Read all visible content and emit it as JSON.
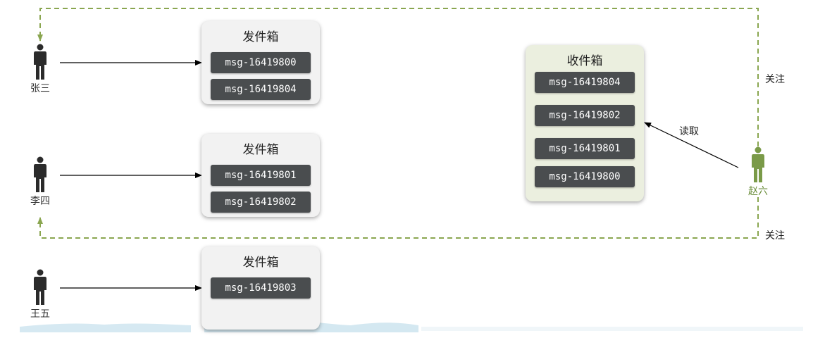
{
  "people": {
    "zhangsan": "张三",
    "lisi": "李四",
    "wangwu": "王五",
    "zhaoliu": "赵六"
  },
  "outboxes": [
    {
      "title": "发件箱",
      "messages": [
        "msg-16419800",
        "msg-16419804"
      ]
    },
    {
      "title": "发件箱",
      "messages": [
        "msg-16419801",
        "msg-16419802"
      ]
    },
    {
      "title": "发件箱",
      "messages": [
        "msg-16419803"
      ]
    }
  ],
  "inbox": {
    "title": "收件箱",
    "messages": [
      "msg-16419804",
      "msg-16419802",
      "msg-16419801",
      "msg-16419800"
    ]
  },
  "edges": {
    "follow_top": "关注",
    "follow_bottom": "关注",
    "read": "读取"
  },
  "colors": {
    "follow_line": "#8aa650",
    "reader_icon": "#7a9a48",
    "person_icon": "#2b2b2b",
    "message_bg": "#4a4d4f",
    "inbox_bg": "#ebefdf",
    "outbox_bg": "#f2f2f2"
  }
}
